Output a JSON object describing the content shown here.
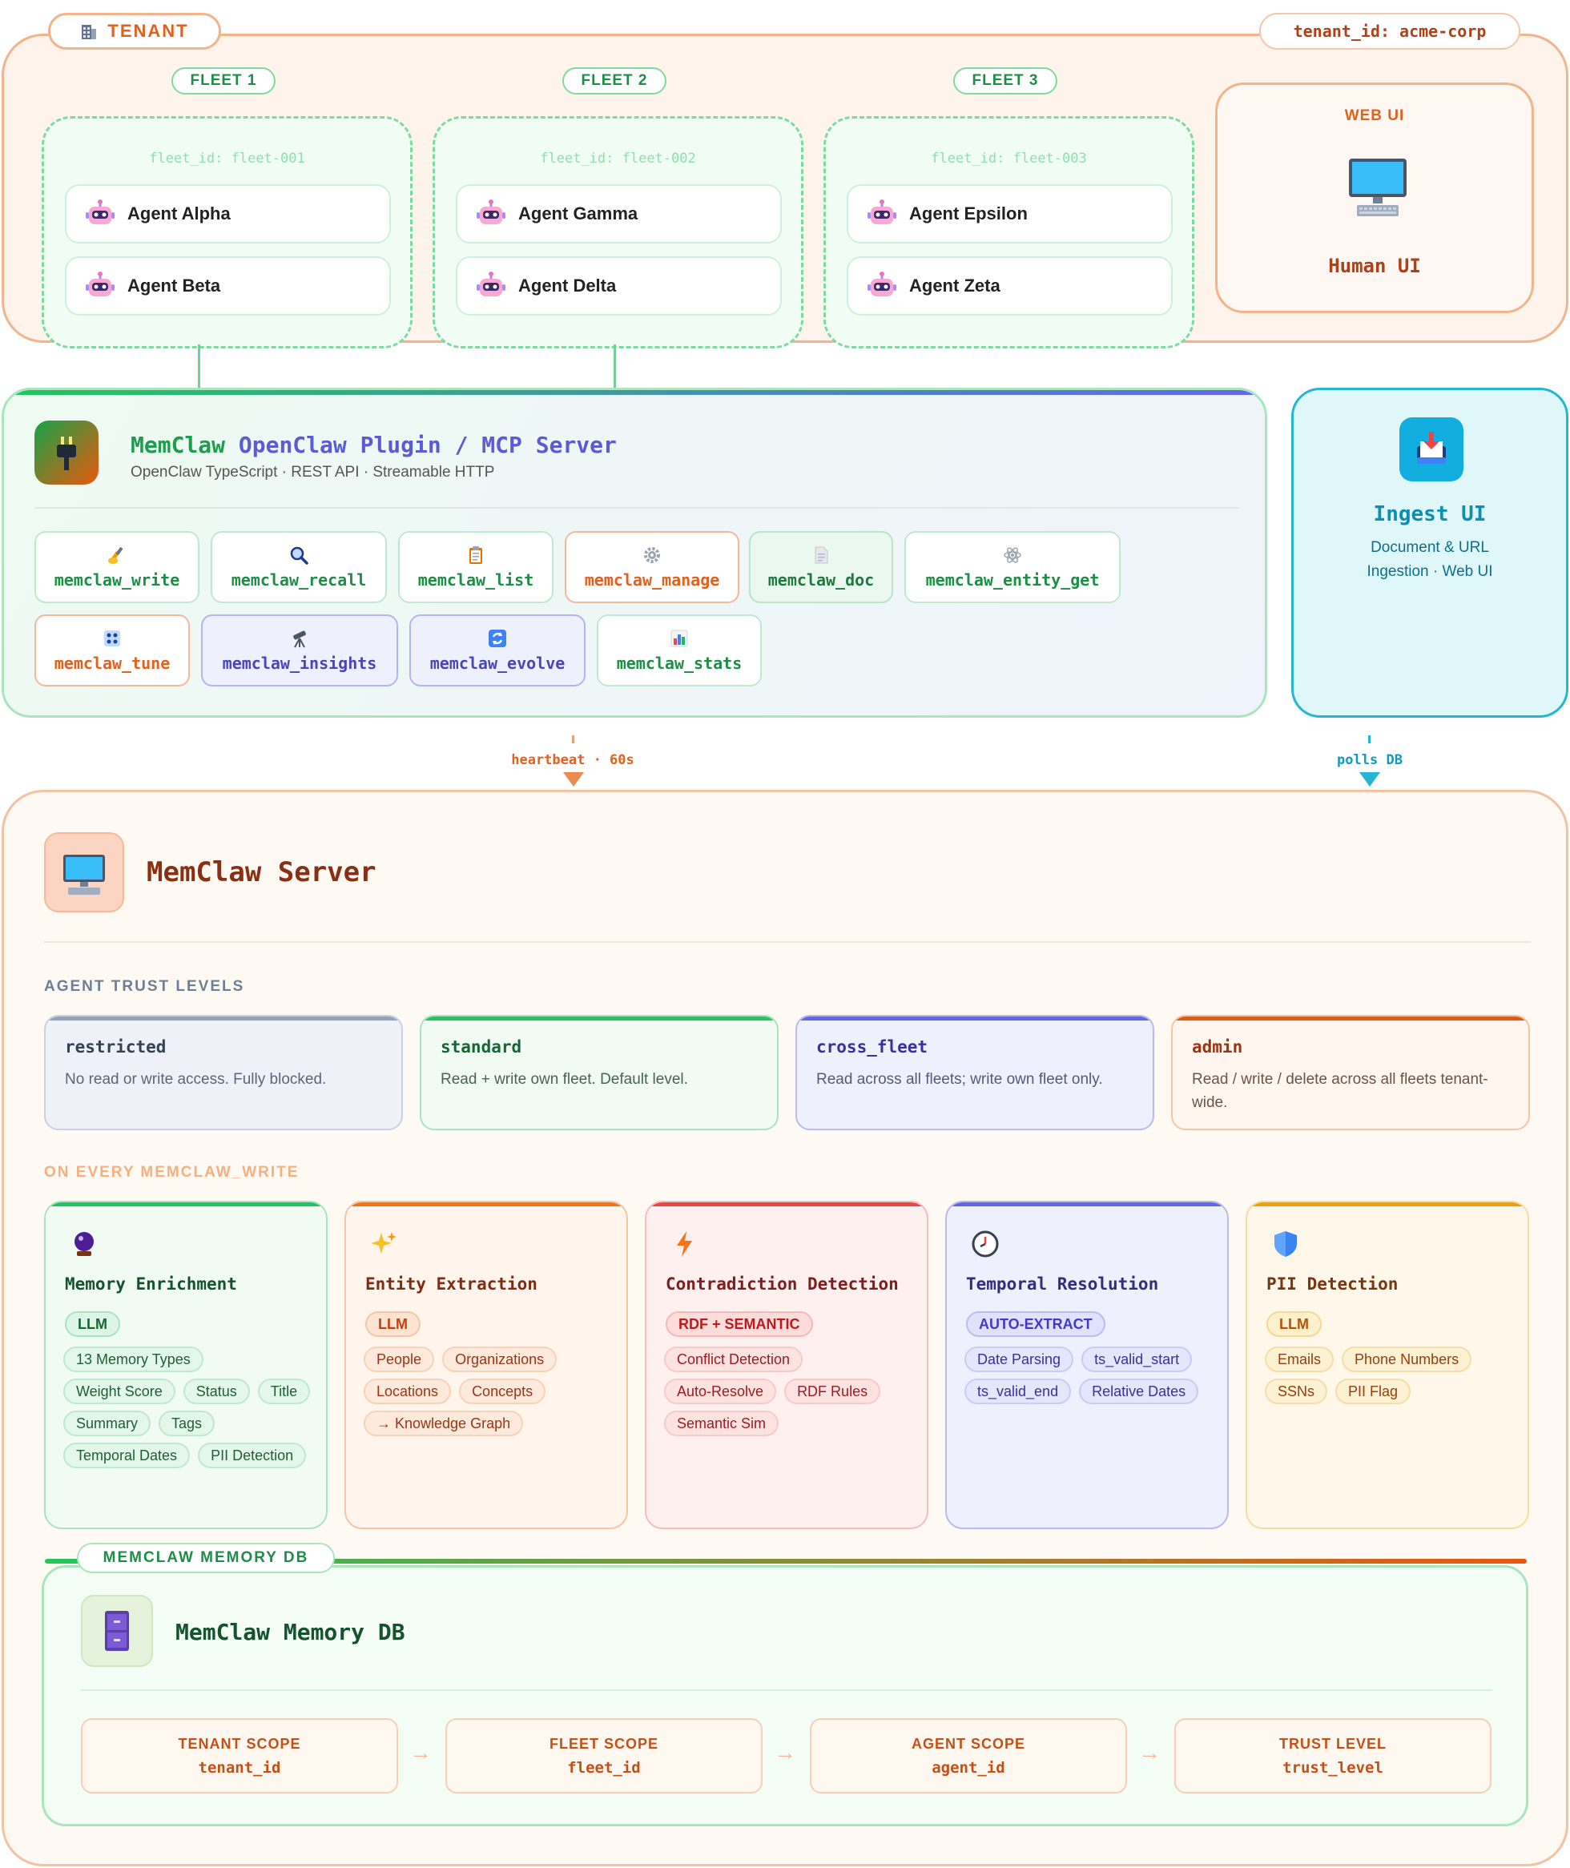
{
  "tenant": {
    "label": "TENANT",
    "tenant_id": "tenant_id: acme-corp",
    "fleets": [
      {
        "label": "FLEET 1",
        "fleet_id": "fleet_id: fleet-001",
        "agents": [
          "Agent Alpha",
          "Agent Beta"
        ]
      },
      {
        "label": "FLEET 2",
        "fleet_id": "fleet_id: fleet-002",
        "agents": [
          "Agent Gamma",
          "Agent Delta"
        ]
      },
      {
        "label": "FLEET 3",
        "fleet_id": "fleet_id: fleet-003",
        "agents": [
          "Agent Epsilon",
          "Agent Zeta"
        ]
      }
    ],
    "web_ui": {
      "label": "WEB UI",
      "title": "Human UI"
    }
  },
  "plugin": {
    "title_part1": "MemClaw",
    "title_part2": "OpenClaw Plugin / MCP Server",
    "subtitle": "OpenClaw TypeScript · REST API · Streamable HTTP",
    "tools": [
      {
        "label": "memclaw_write",
        "icon": "writing-hand-icon"
      },
      {
        "label": "memclaw_recall",
        "icon": "magnifier-icon"
      },
      {
        "label": "memclaw_list",
        "icon": "clipboard-icon"
      },
      {
        "label": "memclaw_manage",
        "icon": "gear-icon"
      },
      {
        "label": "memclaw_doc",
        "icon": "document-icon"
      },
      {
        "label": "memclaw_entity_get",
        "icon": "atom-icon"
      },
      {
        "label": "memclaw_tune",
        "icon": "control-knobs-icon"
      },
      {
        "label": "memclaw_insights",
        "icon": "telescope-icon"
      },
      {
        "label": "memclaw_evolve",
        "icon": "refresh-icon"
      },
      {
        "label": "memclaw_stats",
        "icon": "bar-chart-icon"
      }
    ]
  },
  "ingest": {
    "title": "Ingest UI",
    "desc_line1": "Document & URL",
    "desc_line2": "Ingestion · Web UI"
  },
  "connectors": {
    "heartbeat": "heartbeat · 60s",
    "polls": "polls DB"
  },
  "server": {
    "title": "MemClaw Server",
    "trust_heading": "AGENT TRUST LEVELS",
    "trust_levels": [
      {
        "name": "restricted",
        "desc": "No read or write access. Fully blocked."
      },
      {
        "name": "standard",
        "desc": "Read + write own fleet. Default level."
      },
      {
        "name": "cross_fleet",
        "desc": "Read across all fleets; write own fleet only."
      },
      {
        "name": "admin",
        "desc": "Read / write / delete across all fleets tenant-wide."
      }
    ],
    "write_heading": "ON EVERY MEMCLAW_WRITE",
    "processes": [
      {
        "title": "Memory Enrichment",
        "icon": "crystal-ball-icon",
        "badge": "LLM",
        "chips": [
          "13 Memory Types",
          "Weight Score",
          "Status",
          "Title",
          "Summary",
          "Tags",
          "Temporal Dates",
          "PII Detection"
        ]
      },
      {
        "title": "Entity Extraction",
        "icon": "sparkles-icon",
        "badge": "LLM",
        "chips": [
          "People",
          "Organizations",
          "Locations",
          "Concepts",
          "→ Knowledge Graph"
        ]
      },
      {
        "title": "Contradiction Detection",
        "icon": "lightning-icon",
        "badge": "RDF + SEMANTIC",
        "chips": [
          "Conflict Detection",
          "Auto-Resolve",
          "RDF Rules",
          "Semantic Sim"
        ]
      },
      {
        "title": "Temporal Resolution",
        "icon": "clock-icon",
        "badge": "AUTO-EXTRACT",
        "chips": [
          "Date Parsing",
          "ts_valid_start",
          "ts_valid_end",
          "Relative Dates"
        ]
      },
      {
        "title": "PII Detection",
        "icon": "shield-icon",
        "badge": "LLM",
        "chips": [
          "Emails",
          "Phone Numbers",
          "SSNs",
          "PII Flag"
        ]
      }
    ]
  },
  "db": {
    "tab_label": "MEMCLAW MEMORY DB",
    "title": "MemClaw Memory DB",
    "scopes": [
      {
        "label": "TENANT SCOPE",
        "value": "tenant_id"
      },
      {
        "label": "FLEET SCOPE",
        "value": "fleet_id"
      },
      {
        "label": "AGENT SCOPE",
        "value": "agent_id"
      },
      {
        "label": "TRUST LEVEL",
        "value": "trust_level"
      }
    ],
    "arrow": "→"
  },
  "colors": {
    "tenant_orange": "#e1611f",
    "fleet_green": "#1f8d46",
    "plugin_purple": "#5b5bd6",
    "ingest_cyan": "#0e8fb0",
    "server_brown": "#8a2f14"
  }
}
